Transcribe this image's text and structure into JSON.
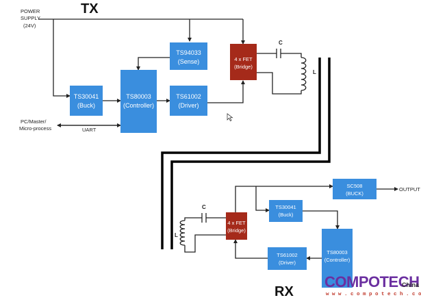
{
  "tx": {
    "title": "TX",
    "power_supply": [
      "POWER",
      "SUPPLY",
      "(24V)"
    ],
    "host": [
      "PC/Master/",
      "Micro-process"
    ],
    "uart": "UART",
    "blocks": {
      "sense": [
        "TS94033",
        "(Sense)"
      ],
      "buck": [
        "TS30041",
        "(Buck)"
      ],
      "controller": [
        "TS80003",
        "(Controller)"
      ],
      "driver": [
        "TS61002",
        "(Driver)"
      ],
      "bridge": [
        "4 x FET",
        "(Bridge)"
      ]
    },
    "cap": "C",
    "ind": "L"
  },
  "rx": {
    "title": "RX",
    "output": "OUTPUT",
    "blocks": {
      "sc508": [
        "SC508",
        "(BUCK)"
      ],
      "buck": [
        "TS30041",
        "(Buck)"
      ],
      "bridge": [
        "4 x FET",
        "(Bridge)"
      ],
      "driver": [
        "TS61002",
        "(Driver)"
      ],
      "controller": [
        "TS80003",
        "(Controller)"
      ]
    },
    "cap": "C",
    "ind": "L"
  },
  "watermark": {
    "brand": "COMPOTECH",
    "suffix": "China",
    "url": "w w w . c o m p o t e c h . c o m . c n"
  },
  "colors": {
    "blue_block": "#3a8ede",
    "red_block": "#a52a1a",
    "wire": "#222222",
    "coil_barrier": "#000000"
  }
}
